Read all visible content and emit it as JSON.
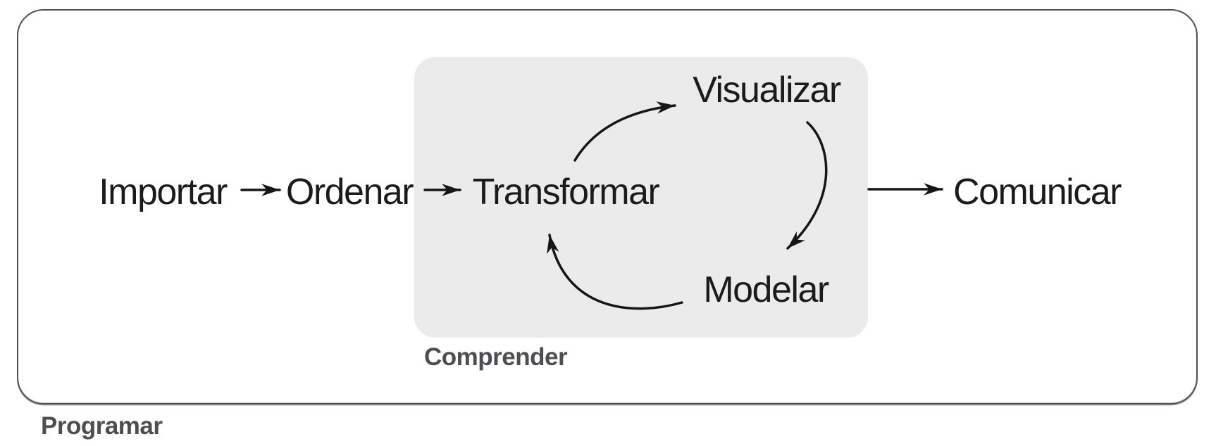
{
  "diagram": {
    "type": "flow",
    "language": "es",
    "nodes": [
      {
        "id": "importar",
        "label": "Importar"
      },
      {
        "id": "ordenar",
        "label": "Ordenar"
      },
      {
        "id": "transformar",
        "label": "Transformar"
      },
      {
        "id": "visualizar",
        "label": "Visualizar"
      },
      {
        "id": "modelar",
        "label": "Modelar"
      },
      {
        "id": "comunicar",
        "label": "Comunicar"
      }
    ],
    "groups": [
      {
        "id": "comprender",
        "label": "Comprender",
        "contains": [
          "transformar",
          "visualizar",
          "modelar"
        ]
      },
      {
        "id": "programar",
        "label": "Programar",
        "contains": [
          "importar",
          "ordenar",
          "transformar",
          "visualizar",
          "modelar",
          "comunicar"
        ]
      }
    ],
    "edges": [
      {
        "from": "importar",
        "to": "ordenar",
        "style": "straight"
      },
      {
        "from": "ordenar",
        "to": "transformar",
        "style": "straight"
      },
      {
        "from": "transformar",
        "to": "visualizar",
        "style": "curved"
      },
      {
        "from": "visualizar",
        "to": "modelar",
        "style": "curved"
      },
      {
        "from": "modelar",
        "to": "transformar",
        "style": "curved"
      },
      {
        "from": "comprender",
        "to": "comunicar",
        "style": "straight"
      }
    ],
    "colors": {
      "node_text": "#1b1b1b",
      "group_label": "#4e4e52",
      "box_fill": "#ebebeb",
      "outer_border": "#4f4f4f",
      "arrow": "#161616"
    }
  }
}
